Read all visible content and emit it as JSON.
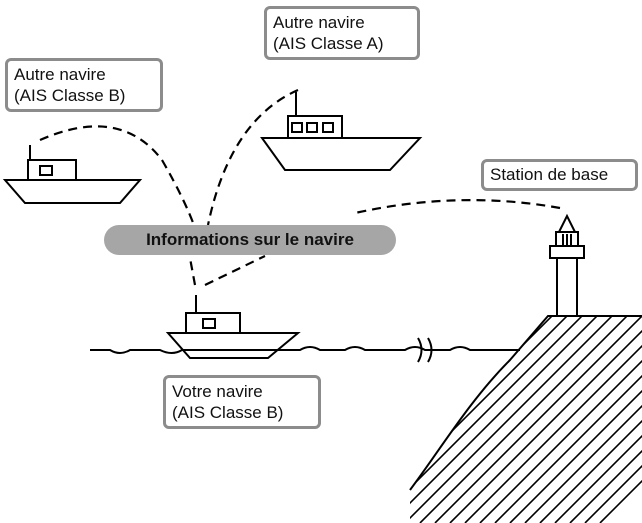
{
  "labels": {
    "other_vessel_b": {
      "line1": "Autre navire",
      "line2": "(AIS Classe B)"
    },
    "other_vessel_a": {
      "line1": "Autre navire",
      "line2": "(AIS Classe A)"
    },
    "base_station": "Station de base",
    "own_vessel": {
      "line1": "Votre navire",
      "line2": "(AIS Classe B)"
    },
    "info_pill": "Informations sur le navire"
  },
  "colors": {
    "box_border": "#8c8c8c",
    "pill_fill": "#a6a6a6",
    "line": "#000000"
  },
  "icons": [
    "ship-icon",
    "lighthouse-icon",
    "cliff-icon",
    "sea-wave-icon"
  ]
}
